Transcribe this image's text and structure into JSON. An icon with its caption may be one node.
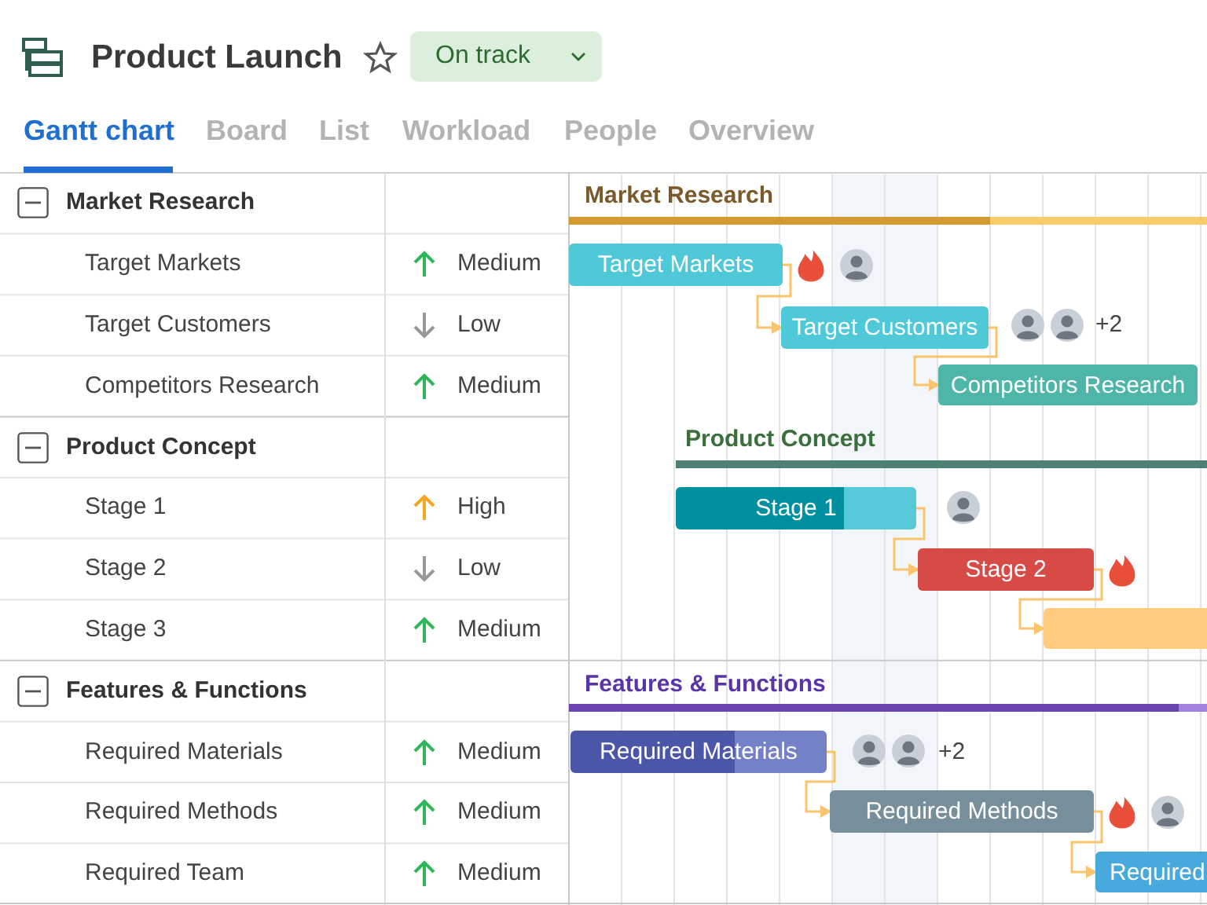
{
  "diagram": {
    "title": "Product Launch",
    "nodes": [
      {
        "text": [
          "Target Markets"
        ]
      },
      {
        "text": [
          "Target Customers"
        ]
      },
      {
        "text": [
          "Competitors Research"
        ]
      },
      {
        "text": [
          "Stage 1"
        ]
      },
      {
        "text": [
          "Stage 2"
        ]
      },
      {
        "text": [],
        "shape": "bar"
      },
      {
        "text": [
          "Required Materials"
        ]
      },
      {
        "text": [
          "Required Methods"
        ]
      },
      {
        "text": [
          "Required"
        ]
      }
    ],
    "edges": [
      {
        "from": 0,
        "to": 1,
        "arrow": "to"
      },
      {
        "from": 1,
        "to": 2,
        "arrow": "to"
      },
      {
        "from": 3,
        "to": 4,
        "arrow": "to"
      },
      {
        "from": 4,
        "to": 5,
        "arrow": "to"
      },
      {
        "from": 6,
        "to": 7,
        "arrow": "to"
      },
      {
        "from": 7,
        "to": 8,
        "arrow": "to"
      }
    ],
    "labels": [
      "On track",
      "Gantt chart",
      "Board",
      "List",
      "Workload",
      "People",
      "Overview",
      "Market Research",
      "Target Markets",
      "Medium",
      "Target Customers",
      "Low",
      "Competitors Research",
      "Medium",
      "Product Concept",
      "Stage 1",
      "High",
      "Stage 2",
      "Low",
      "Stage 3",
      "Medium",
      "Features & Functions",
      "Required Materials",
      "Medium",
      "Required Methods",
      "Medium",
      "Required Team",
      "Medium",
      "Market Research",
      "+2",
      "Product Concept",
      "Features & Functions",
      "+2"
    ]
  }
}
